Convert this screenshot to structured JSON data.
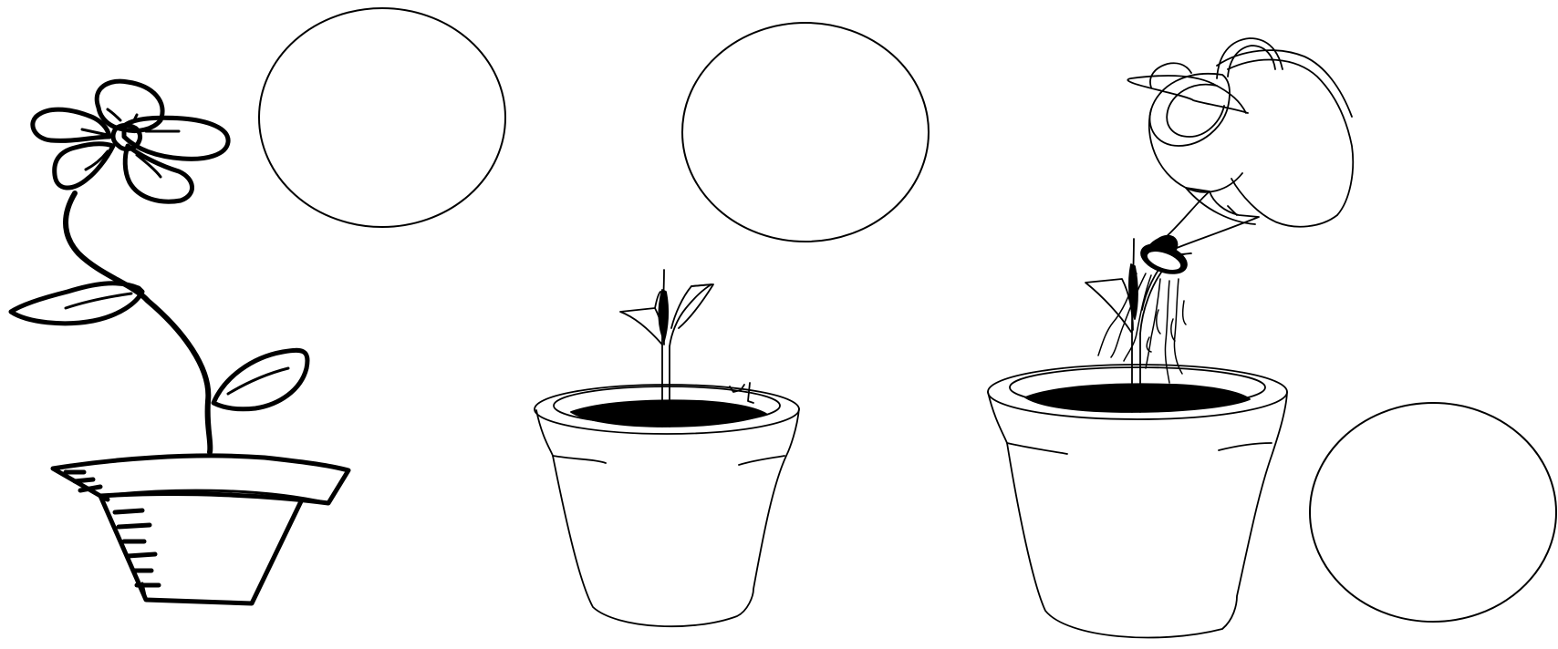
{
  "image": {
    "kind": "sequencing-worksheet",
    "background": "#ffffff",
    "ink": "#000000"
  },
  "pictures": [
    {
      "id": "flower-in-pot",
      "icon": "flower-pot-icon"
    },
    {
      "id": "seedling-in-pot",
      "icon": "seedling-pot-icon"
    },
    {
      "id": "watering-seedling",
      "icon": "watering-can-icon"
    }
  ],
  "answer_circles": [
    {
      "id": "circle-1",
      "value": ""
    },
    {
      "id": "circle-2",
      "value": ""
    },
    {
      "id": "circle-3",
      "value": ""
    }
  ]
}
